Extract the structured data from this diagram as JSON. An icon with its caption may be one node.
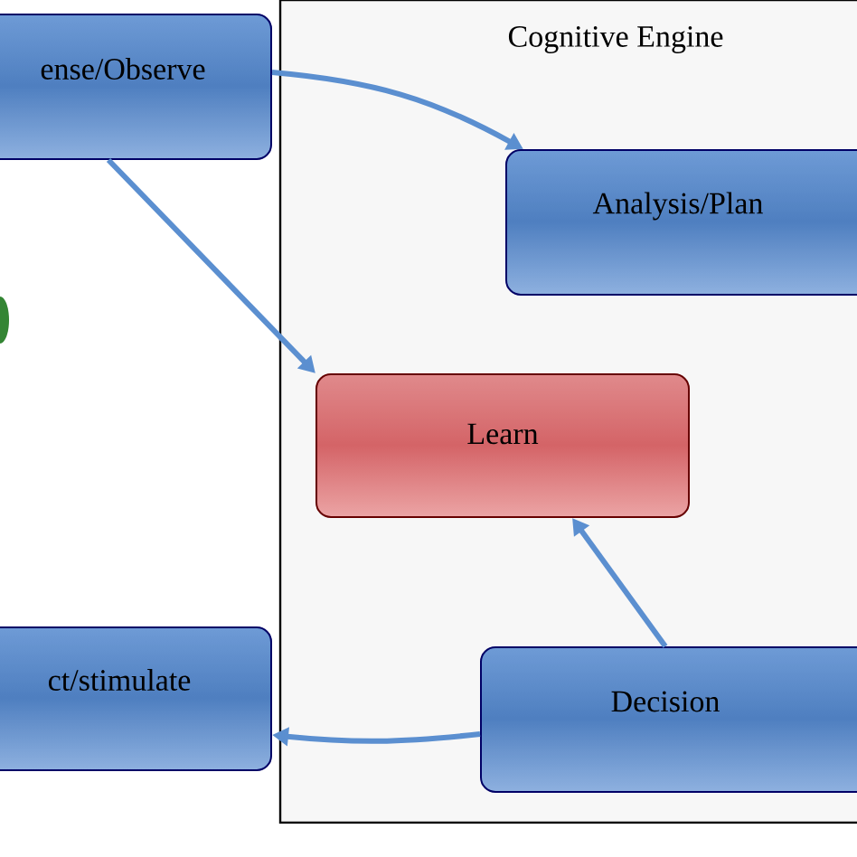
{
  "diagram": {
    "nodes": [
      {
        "text": [
          "Cognitive Engine"
        ]
      },
      {
        "text": [
          "ense/Observe"
        ]
      },
      {
        "text": [
          "Analysis/Plan"
        ],
        "in": 0
      },
      {
        "text": [
          "Learn"
        ],
        "in": 0
      },
      {
        "text": [
          "ct/stimulate"
        ]
      },
      {
        "text": [
          "Decision"
        ],
        "in": 0
      }
    ],
    "edges": [
      {
        "from": 1,
        "to": 2,
        "arrow": "to"
      },
      {
        "from": 1,
        "to": 3,
        "arrow": "to"
      },
      {
        "from": 5,
        "to": 3,
        "arrow": "to"
      },
      {
        "from": 5,
        "to": 4,
        "arrow": "to"
      }
    ]
  }
}
